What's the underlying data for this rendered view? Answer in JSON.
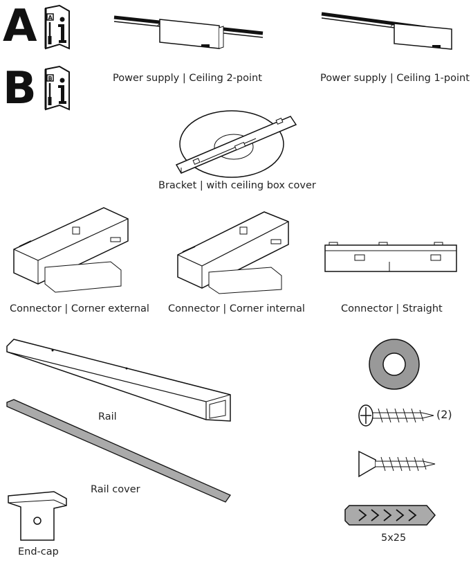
{
  "manuals": [
    {
      "letter": "A",
      "tab": "A"
    },
    {
      "letter": "B",
      "tab": "B"
    }
  ],
  "parts": {
    "power_supply_2": "Power supply | Ceiling 2-point",
    "power_supply_1": "Power supply | Ceiling 1-point",
    "bracket": "Bracket | with ceiling box cover",
    "corner_external": "Connector | Corner external",
    "corner_internal": "Connector | Corner internal",
    "straight": "Connector | Straight",
    "rail": "Rail",
    "rail_cover": "Rail cover",
    "end_cap": "End-cap",
    "screw_qty": "(2)",
    "plug_size": "5x25"
  }
}
